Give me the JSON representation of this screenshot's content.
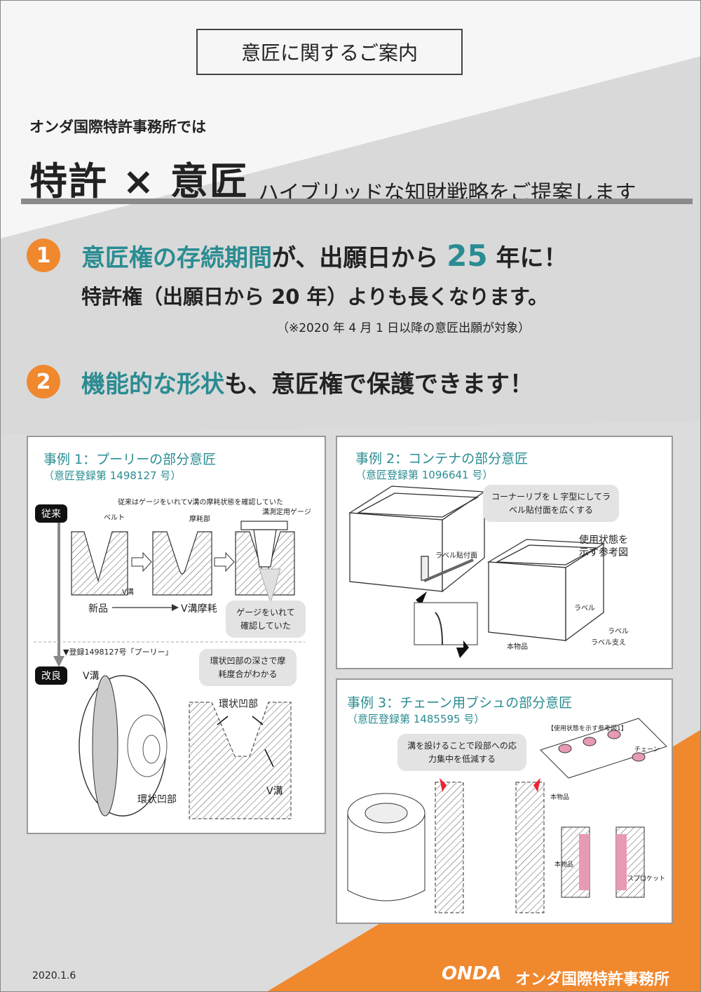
{
  "header": {
    "title": "意匠に関するご案内"
  },
  "intro": "オンダ国際特許事務所では",
  "hero": {
    "big": "特許 × 意匠",
    "small": "ハイブリッドな知財戦略をご提案します"
  },
  "point1": {
    "number": "1",
    "highlight": "意匠権の存続期間",
    "text_a": "が、出願日から ",
    "years": "25",
    "text_b": " 年に！",
    "line2": "特許権（出願日から 20 年）よりも長くなります。",
    "note": "（※2020 年 4 月 1 日以降の意匠出願が対象）"
  },
  "point2": {
    "number": "2",
    "highlight": "機能的な形状",
    "text": "も、意匠権で保護できます！"
  },
  "case1": {
    "title": "事例 1：プーリーの部分意匠",
    "reg": "（意匠登録第 1498127 号）",
    "caption_top": "従来はゲージをいれてV溝の摩耗状態を確認していた",
    "tag_before": "従来",
    "tag_after": "改良",
    "belt": "ベルト",
    "wear": "摩耗部",
    "gauge": "溝測定用ゲージ",
    "vgroove": "V溝",
    "new_item": "新品",
    "worn": "V溝摩耗",
    "bubble_gauge": "ゲージをいれて確認していた",
    "reg_label": "▼登録1498127号「プーリー」",
    "bubble_ring": "環状凹部の深さで摩耗度合がわかる",
    "v_top": "V溝",
    "ring_recess": "環状凹部",
    "ring_recess_2": "環状凹部",
    "v_bottom": "V溝"
  },
  "case2": {
    "title": "事例 2：コンテナの部分意匠",
    "reg": "（意匠登録第 1096641 号）",
    "bubble": "コーナーリブを L 字型にしてラベル貼付面を広くする",
    "usage": "使用状態を示す参考図",
    "label_face": "ラベル貼付面",
    "label": "ラベル",
    "label2": "ラベル",
    "label_holder": "ラベル支え",
    "item": "本物品"
  },
  "case3": {
    "title": "事例 3：チェーン用ブシュの部分意匠",
    "reg": "（意匠登録第 1485595 号）",
    "bubble": "溝を設けることで段部への応力集中を低減する",
    "ref": "【使用状態を示す参考図1】",
    "chain": "チェーン",
    "item": "本物品",
    "item2": "本物品",
    "sprocket": "スプロケット"
  },
  "footer": {
    "date": "2020.1.6",
    "logo_mark": "ONDA",
    "firm": "オンダ国際特許事務所"
  },
  "colors": {
    "accent_orange": "#f0882e",
    "teal": "#2a8c92",
    "gray_bg": "#d7d7d7"
  }
}
